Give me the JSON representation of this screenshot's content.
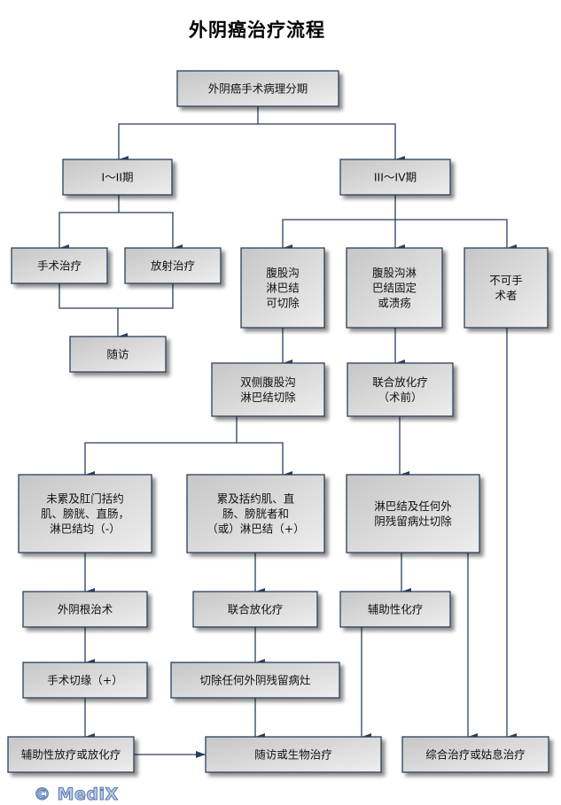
{
  "title": "外阴癌治疗流程",
  "watermark": "© MediX",
  "colors": {
    "box_border": "#2b3f5c",
    "box_fill_dark": "#c8c8c8",
    "box_fill_light": "#ececec",
    "connector": "#2b3f5c",
    "watermark": "#b7c9e6"
  },
  "nodes": {
    "root": [
      "外阴癌手术病理分期"
    ],
    "stage_early": [
      "I～II期"
    ],
    "stage_late": [
      "III～IV期"
    ],
    "surgery": [
      "手术治疗"
    ],
    "radiotherapy": [
      "放射治疗"
    ],
    "followup": [
      "随访"
    ],
    "inguinal_resectable": [
      "腹股沟",
      "淋巴结",
      "可切除"
    ],
    "inguinal_fixed": [
      "腹股沟淋",
      "巴结固定",
      "或溃疡"
    ],
    "inoperable": [
      "不可手",
      "术者"
    ],
    "bilateral_dissection": [
      "双侧腹股沟",
      "淋巴结切除"
    ],
    "chemoradiation_preop": [
      "联合放化疗",
      "（术前）"
    ],
    "not_involved": [
      "未累及肛门括约",
      "肌、膀胱、直肠，",
      "淋巴结均（-）"
    ],
    "involved": [
      "累及括约肌、直",
      "肠、膀胱者和",
      "（或）淋巴结（+）"
    ],
    "node_residual_resection": [
      "淋巴结及任何外",
      "阴残留病灶切除"
    ],
    "radical_vulvectomy": [
      "外阴根治术"
    ],
    "chemoradiation": [
      "联合放化疗"
    ],
    "adjuvant_chemo": [
      "辅助性化疗"
    ],
    "margin_positive": [
      "手术切缘（+）"
    ],
    "resect_residual": [
      "切除任何外阴残留病灶"
    ],
    "adjuvant_radio_or_chemoradio": [
      "辅助性放疗或放化疗"
    ],
    "followup_or_biologic": [
      "随访或生物治疗"
    ],
    "comprehensive_or_palliative": [
      "综合治疗或姑息治疗"
    ]
  },
  "edges": [
    [
      "root",
      "stage_early"
    ],
    [
      "root",
      "stage_late"
    ],
    [
      "stage_early",
      "surgery"
    ],
    [
      "stage_early",
      "radiotherapy"
    ],
    [
      "surgery",
      "followup"
    ],
    [
      "radiotherapy",
      "followup"
    ],
    [
      "stage_late",
      "inguinal_resectable"
    ],
    [
      "stage_late",
      "inguinal_fixed"
    ],
    [
      "stage_late",
      "inoperable"
    ],
    [
      "inguinal_resectable",
      "bilateral_dissection"
    ],
    [
      "inguinal_fixed",
      "chemoradiation_preop"
    ],
    [
      "bilateral_dissection",
      "not_involved"
    ],
    [
      "bilateral_dissection",
      "involved"
    ],
    [
      "chemoradiation_preop",
      "node_residual_resection"
    ],
    [
      "not_involved",
      "radical_vulvectomy"
    ],
    [
      "involved",
      "chemoradiation"
    ],
    [
      "node_residual_resection",
      "adjuvant_chemo"
    ],
    [
      "radical_vulvectomy",
      "margin_positive"
    ],
    [
      "chemoradiation",
      "resect_residual"
    ],
    [
      "margin_positive",
      "adjuvant_radio_or_chemoradio"
    ],
    [
      "resect_residual",
      "followup_or_biologic"
    ],
    [
      "adjuvant_chemo",
      "followup_or_biologic"
    ],
    [
      "adjuvant_radio_or_chemoradio",
      "followup_or_biologic"
    ],
    [
      "node_residual_resection",
      "comprehensive_or_palliative"
    ],
    [
      "inoperable",
      "comprehensive_or_palliative"
    ]
  ]
}
